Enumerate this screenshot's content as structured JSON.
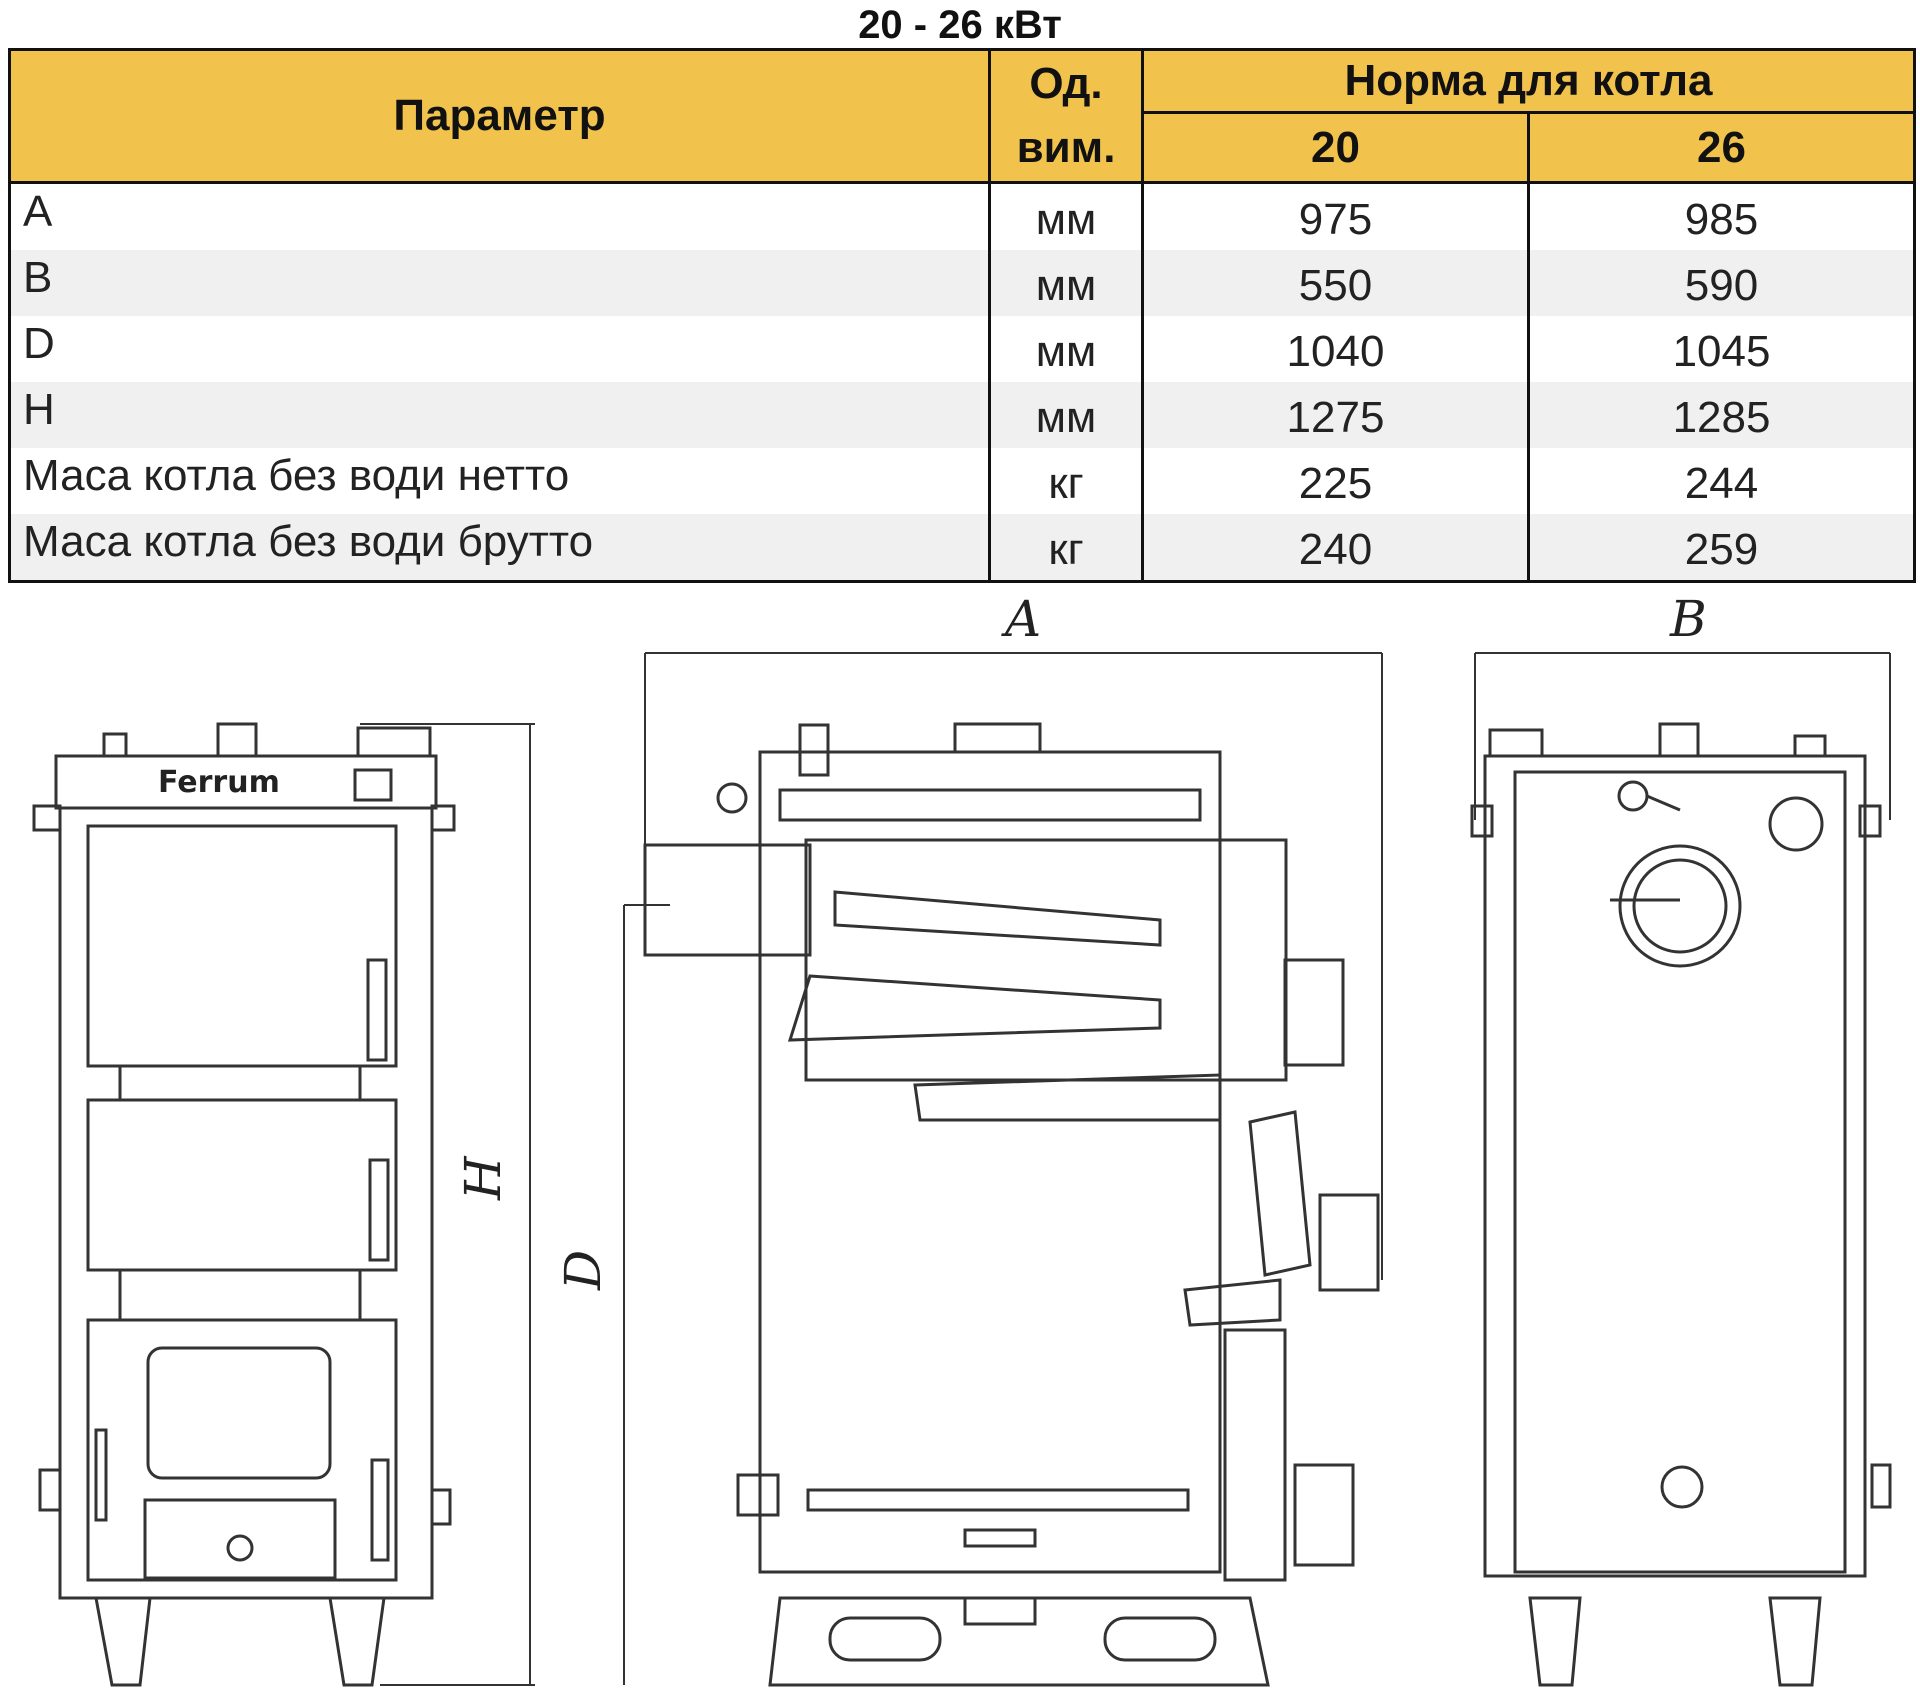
{
  "title": "20 - 26 кВт",
  "table": {
    "header": {
      "param": "Параметр",
      "unit": "Од. вим.",
      "norm": "Норма для котла",
      "models": [
        "20",
        "26"
      ]
    },
    "rows": [
      {
        "param": "A",
        "unit": "мм",
        "v20": "975",
        "v26": "985"
      },
      {
        "param": "B",
        "unit": "мм",
        "v20": "550",
        "v26": "590"
      },
      {
        "param": "D",
        "unit": "мм",
        "v20": "1040",
        "v26": "1045"
      },
      {
        "param": "H",
        "unit": "мм",
        "v20": "1275",
        "v26": "1285"
      },
      {
        "param": "Маса котла без води нетто",
        "unit": "кг",
        "v20": "225",
        "v26": "244"
      },
      {
        "param": "Маса котла без води брутто",
        "unit": "кг",
        "v20": "240",
        "v26": "259"
      }
    ]
  },
  "drawing": {
    "logo": "Ferrum",
    "dimension_labels": {
      "a": "A",
      "b": "B",
      "h": "H",
      "d": "D"
    }
  }
}
